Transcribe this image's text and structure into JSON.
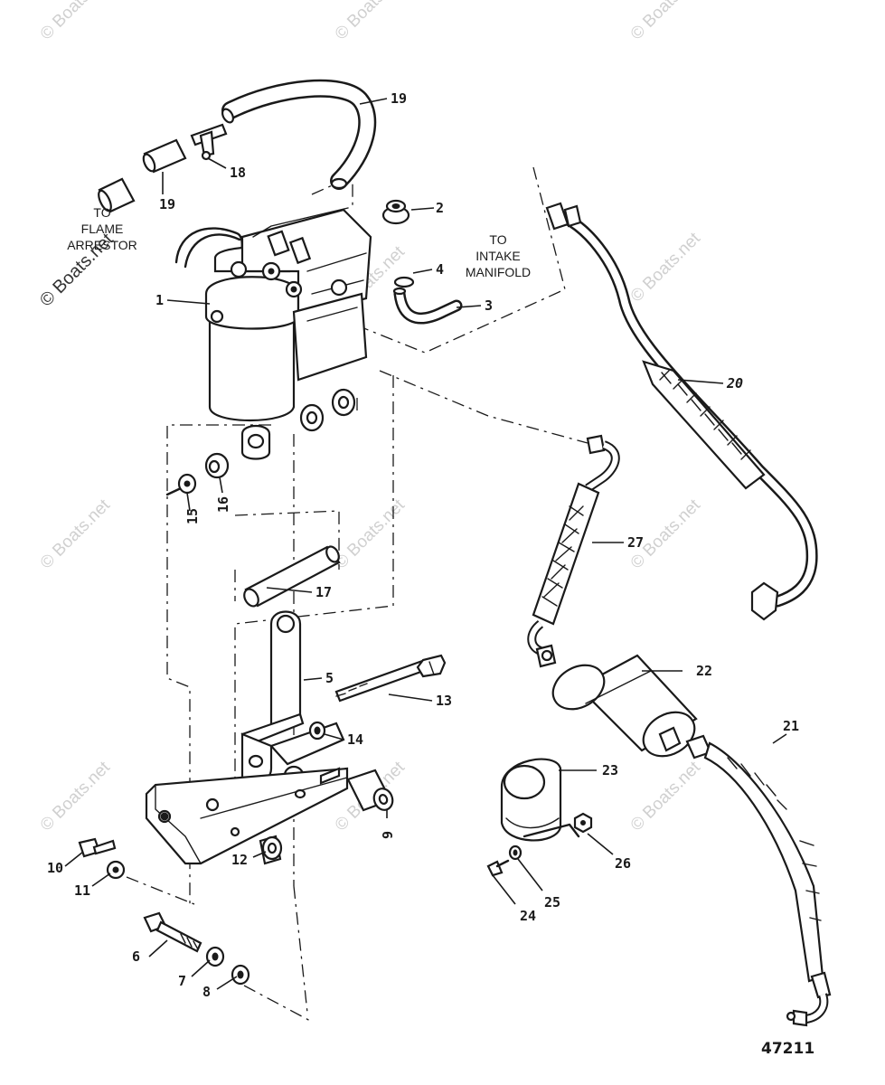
{
  "diagram": {
    "figure_number": "47211",
    "notes": {
      "flame_arrestor_line1": "TO",
      "flame_arrestor_line2": "FLAME",
      "flame_arrestor_line3": "ARRESTOR",
      "intake_line1": "TO",
      "intake_line2": "INTAKE",
      "intake_line3": "MANIFOLD"
    },
    "callouts": {
      "c1": "1",
      "c2": "2",
      "c3": "3",
      "c4": "4",
      "c5": "5",
      "c6": "6",
      "c7": "7",
      "c8": "8",
      "c9": "9",
      "c10": "10",
      "c11": "11",
      "c12": "12",
      "c13": "13",
      "c14": "14",
      "c15": "15",
      "c16": "16",
      "c17": "17",
      "c18": "18",
      "c19a": "19",
      "c19b": "19",
      "c20": "20",
      "c21": "21",
      "c22": "22",
      "c23": "23",
      "c24": "24",
      "c25": "25",
      "c26": "26",
      "c27": "27"
    },
    "watermark": {
      "text": "© Boats.net",
      "prominent": "© Boats.net"
    }
  }
}
